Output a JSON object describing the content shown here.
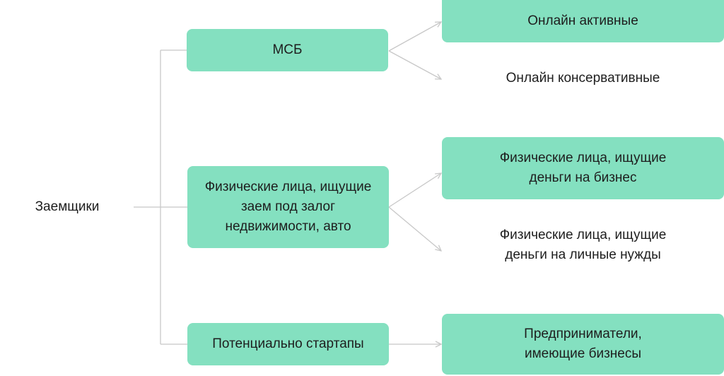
{
  "root": {
    "label": "Заемщики"
  },
  "level1": [
    {
      "label": "МСБ"
    },
    {
      "label": "Физические лица, ищущие заем под залог недвижимости, авто"
    },
    {
      "label": "Потенциально стартапы"
    }
  ],
  "level2": [
    {
      "label": "Онлайн активные",
      "highlighted": true
    },
    {
      "label": "Онлайн консервативные",
      "highlighted": false
    },
    {
      "label": "Физические лица, ищущие деньги на бизнес",
      "highlighted": true
    },
    {
      "label": "Физические лица, ищущие деньги на личные нужды",
      "highlighted": false
    },
    {
      "label": "Предприниматели, имеющие бизнесы",
      "highlighted": true
    }
  ],
  "colors": {
    "box": "#84e0c0",
    "line": "#c8c8c8"
  }
}
